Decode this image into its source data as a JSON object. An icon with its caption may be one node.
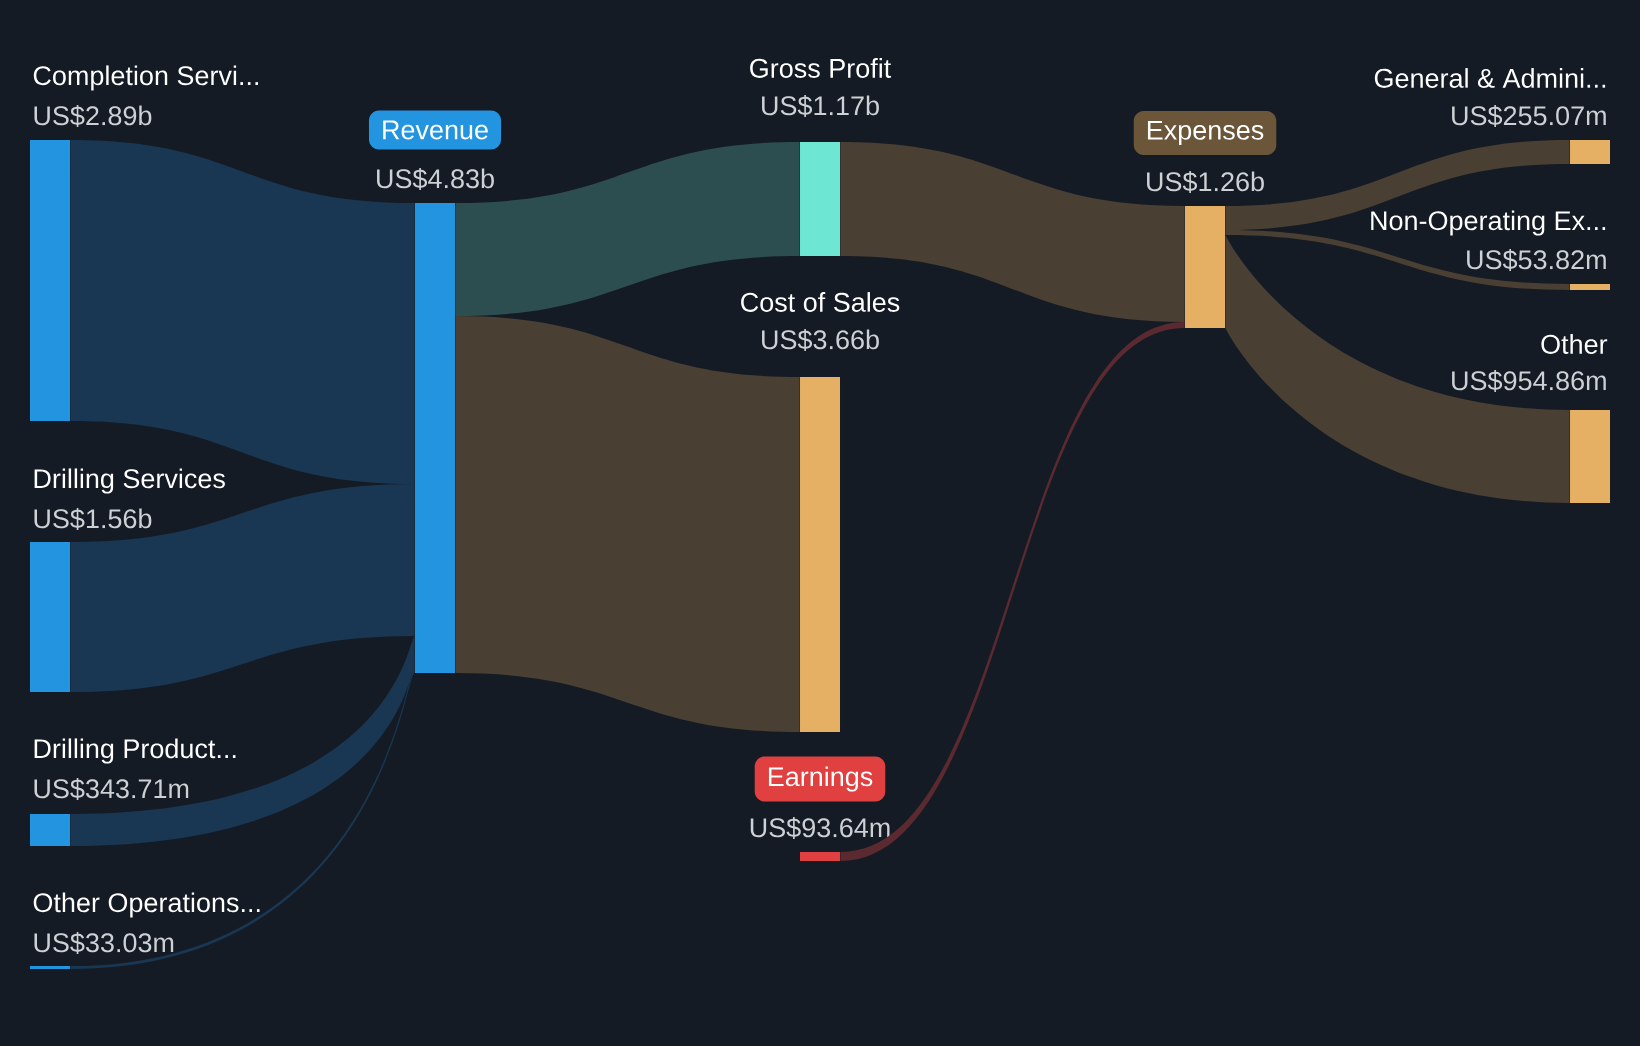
{
  "diagram": {
    "nodes": [
      {
        "text": [
          "Completion Servi...",
          "US$2.89b"
        ]
      },
      {
        "text": [
          "Drilling Services",
          "US$1.56b"
        ]
      },
      {
        "text": [
          "Drilling Product...",
          "US$343.71m"
        ]
      },
      {
        "text": [
          "Other Operations...",
          "US$33.03m"
        ]
      },
      {
        "text": [
          "Revenue",
          "US$4.83b"
        ]
      },
      {
        "text": [
          "Gross Profit",
          "US$1.17b"
        ]
      },
      {
        "text": [
          "Cost of Sales",
          "US$3.66b"
        ]
      },
      {
        "text": [
          "Earnings",
          "US$93.64m"
        ]
      },
      {
        "text": [
          "Expenses",
          "US$1.26b"
        ]
      },
      {
        "text": [
          "General & Admini...",
          "US$255.07m"
        ]
      },
      {
        "text": [
          "Non-Operating Ex...",
          "US$53.82m"
        ]
      },
      {
        "text": [
          "Other",
          "US$954.86m"
        ]
      }
    ],
    "edges": [
      {
        "from": 0,
        "to": 4,
        "arrow": "none",
        "color": "#193752"
      },
      {
        "from": 1,
        "to": 4,
        "arrow": "none",
        "color": "#193752"
      },
      {
        "from": 2,
        "to": 4,
        "arrow": "none",
        "color": "#193752"
      },
      {
        "from": 3,
        "to": 4,
        "arrow": "none",
        "color": "#193752"
      },
      {
        "from": 4,
        "to": 5,
        "arrow": "none",
        "color": "#2c4e50"
      },
      {
        "from": 4,
        "to": 6,
        "arrow": "none",
        "color": "#4a3f33"
      },
      {
        "from": 5,
        "to": 8,
        "arrow": "none",
        "color": "#4a3f33"
      },
      {
        "from": 7,
        "to": 8,
        "arrow": "none",
        "color": "#5a2a30"
      },
      {
        "from": 8,
        "to": 9,
        "arrow": "none",
        "color": "#4a3f33"
      },
      {
        "from": 8,
        "to": 10,
        "arrow": "none",
        "color": "#4a3f33"
      },
      {
        "from": 8,
        "to": 11,
        "arrow": "none",
        "color": "#4a3f33"
      }
    ]
  }
}
